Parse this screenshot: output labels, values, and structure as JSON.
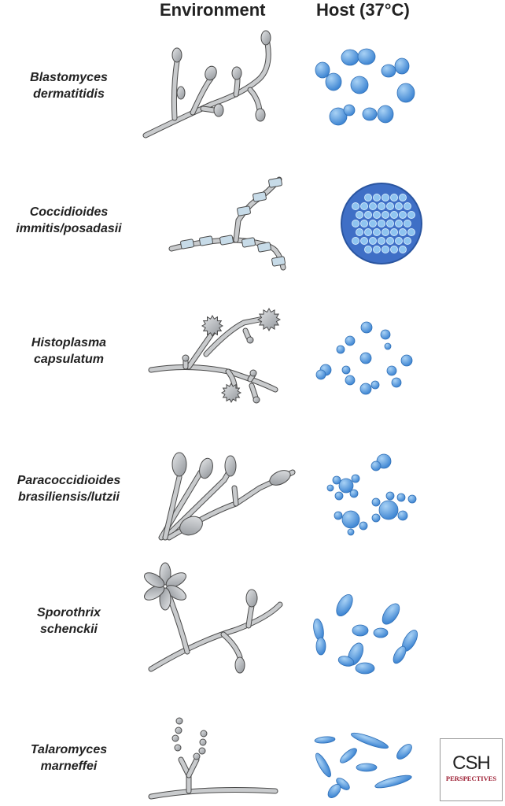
{
  "headers": {
    "environment": "Environment",
    "host": "Host (37°C)"
  },
  "organisms": [
    {
      "line1": "Blastomyces",
      "line2": "dermatitidis"
    },
    {
      "line1": "Coccidioides",
      "line2": "immitis/posadasii"
    },
    {
      "line1": "Histoplasma",
      "line2": "capsulatum"
    },
    {
      "line1": "Paracoccidioides",
      "line2": "brasiliensis/lutzii"
    },
    {
      "line1": "Sporothrix",
      "line2": "schenckii"
    },
    {
      "line1": "Talaromyces",
      "line2": "marneffei"
    }
  ],
  "logo": {
    "main": "CSH",
    "sub": "PERSPECTIVES"
  },
  "colors": {
    "hypha": "#c9cbcd",
    "outline": "#4a4a4a",
    "cell": "#5b9ee0",
    "cell_edge": "#2f6fb6"
  }
}
